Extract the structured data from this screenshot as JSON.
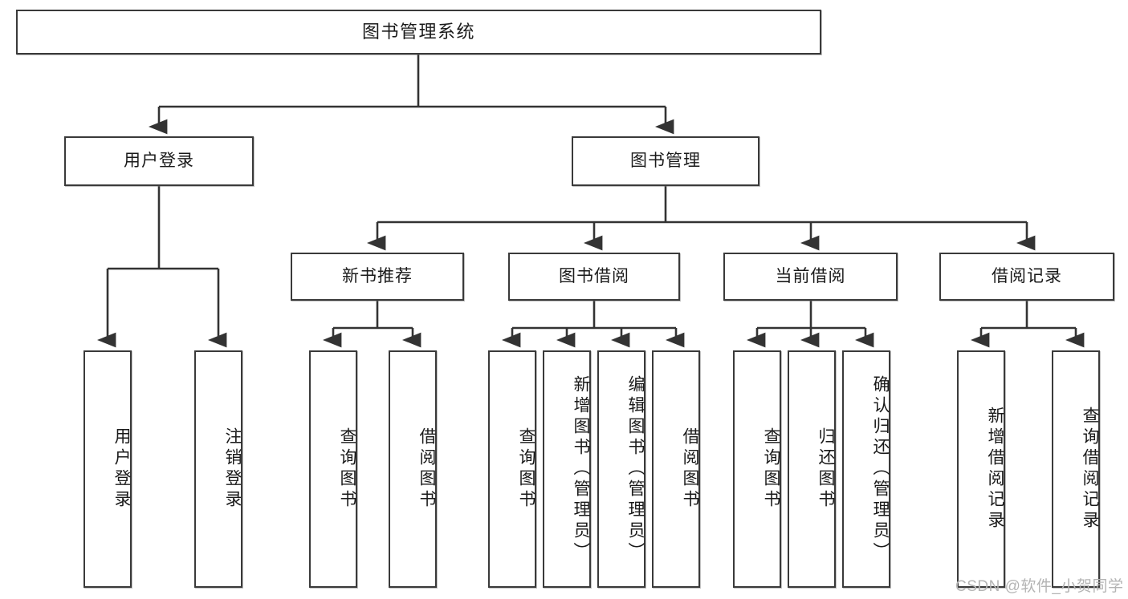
{
  "diagram": {
    "title": "图书管理系统",
    "type": "tree-hierarchy-chart",
    "root": {
      "label": "图书管理系统"
    },
    "level2": [
      {
        "label": "用户登录"
      },
      {
        "label": "图书管理"
      }
    ],
    "level3": [
      {
        "label": "新书推荐"
      },
      {
        "label": "图书借阅"
      },
      {
        "label": "当前借阅"
      },
      {
        "label": "借阅记录"
      }
    ],
    "leaves": {
      "user_login": [
        {
          "label": "用户登录"
        },
        {
          "label": "注销登录"
        }
      ],
      "new_book_recommend": [
        {
          "label": "查询图书"
        },
        {
          "label": "借阅图书"
        }
      ],
      "book_borrow": [
        {
          "label": "查询图书"
        },
        {
          "label": "新增图书（管理员）"
        },
        {
          "label": "编辑图书（管理员）"
        },
        {
          "label": "借阅图书"
        }
      ],
      "current_borrow": [
        {
          "label": "查询图书"
        },
        {
          "label": "归还图书"
        },
        {
          "label": "确认归还（管理员）"
        }
      ],
      "borrow_record": [
        {
          "label": "新增借阅记录"
        },
        {
          "label": "查询借阅记录"
        }
      ]
    }
  },
  "watermark": {
    "text": "CSDN @软件_小贺同学"
  },
  "colors": {
    "box_border": "#3a3a3a",
    "box_fill": "#ffffff",
    "edge": "#333333",
    "text": "#1a1a1a",
    "watermark": "#b4b4b4"
  }
}
